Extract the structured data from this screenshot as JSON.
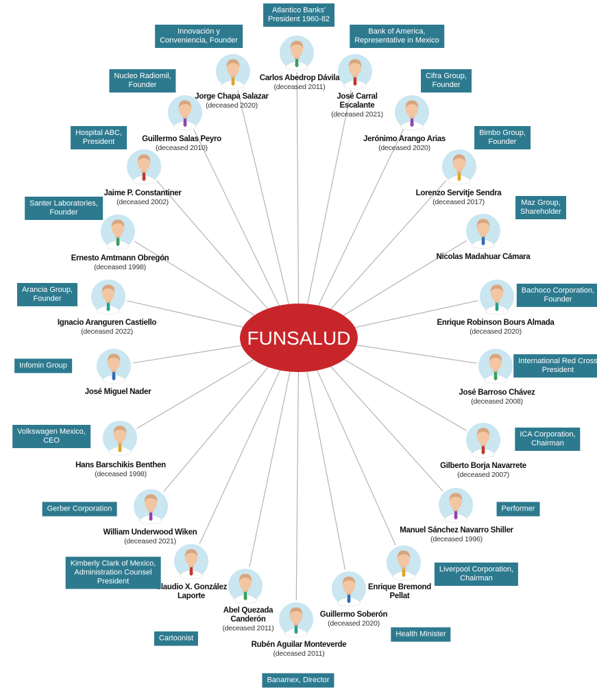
{
  "center": {
    "label": "FUNSALUD"
  },
  "colors": {
    "center_fill": "#c8252a",
    "role_fill": "#2d7a8f",
    "avatar_bg": "#c9e6f1",
    "line": "#b3b3b3"
  },
  "people": [
    {
      "name": "Carlos Abedrop Dávila",
      "note": "(deceased 2011)",
      "role": "Atlantico Banks'\nPresident 1960-82"
    },
    {
      "name": "José Carral\nEscalante",
      "note": "(deceased 2021)",
      "role": "Bank of America,\nRepresentative in Mexico"
    },
    {
      "name": "Jerónimo Arango Arias",
      "note": "(deceased 2020)",
      "role": "Cifra Group,\nFounder"
    },
    {
      "name": "Lorenzo Servitje Sendra",
      "note": "(deceased 2017)",
      "role": "Bimbo Group,\nFounder"
    },
    {
      "name": "Nicolas Madahuar Cámara",
      "note": "",
      "role": "Maz Group,\nShareholder"
    },
    {
      "name": "Enrique Robinson Bours Almada",
      "note": "(deceased 2020)",
      "role": "Bachoco Corporation,\nFounder"
    },
    {
      "name": "José Barroso Chávez",
      "note": "(deceased 2008)",
      "role": "International Red Cross\nPresident"
    },
    {
      "name": "Gilberto Borja Navarrete",
      "note": "(deceased 2007)",
      "role": "ICA Corporation,\nChairman"
    },
    {
      "name": "Manuel Sánchez Navarro Shiller",
      "note": "(deceased 1996)",
      "role": "Performer"
    },
    {
      "name": "Enrique Bremond\nPellat",
      "note": "",
      "role": "Liverpool Corporation,\nChairman"
    },
    {
      "name": "Guillermo Soberón",
      "note": "(deceased 2020)",
      "role": "Health Minister"
    },
    {
      "name": "Rubén Aguilar Monteverde",
      "note": "(deceased 2011)",
      "role": "Banamex, Director"
    },
    {
      "name": "Abel Quezada\nCanderón",
      "note": "(deceased 2011)",
      "role": "Cartoonist"
    },
    {
      "name": "Claudio X. González\nLaporte",
      "note": "",
      "role": "Kimberly Clark of Mexico,\nAdministration Counsel\nPresident"
    },
    {
      "name": "William Underwood Wiken",
      "note": "(deceased 2021)",
      "role": "Gerber Corporation"
    },
    {
      "name": "Hans Barschikis Benthen",
      "note": "(deceased 1998)",
      "role": "Volkswagen Mexico,\nCEO"
    },
    {
      "name": "José Miguel Nader",
      "note": "",
      "role": "Infomin Group"
    },
    {
      "name": "Ignacio Aranguren Castiello",
      "note": "(deceased 2022)",
      "role": "Arancia Group,\nFounder"
    },
    {
      "name": "Ernesto Amtmann Obregón",
      "note": "(deceased 1998)",
      "role": "Santer Laboratories,\nFounder"
    },
    {
      "name": "Jaime P. Constantiner",
      "note": "(deceased 2002)",
      "role": "Hospital ABC,\nPresident"
    },
    {
      "name": "Guillermo Salas Peyro",
      "note": "(deceased 2010)",
      "role": "Nucleo Radiomil,\nFounder"
    },
    {
      "name": "Jorge Chapa Salazar",
      "note": "(deceased 2020)",
      "role": "Innovación y\nConveniencia, Founder"
    }
  ]
}
